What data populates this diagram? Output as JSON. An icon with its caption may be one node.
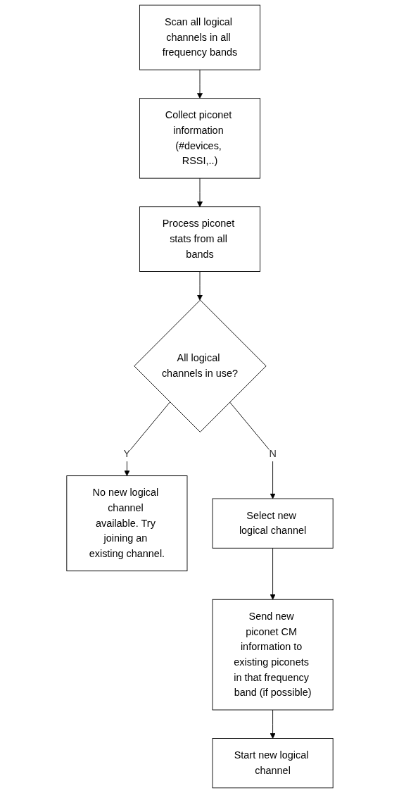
{
  "diagram": {
    "nodes": [
      {
        "text": [
          "Scan all logical channels in all frequency bands"
        ]
      },
      {
        "text": [
          "Collect piconet information (#devices, RSSI,..)"
        ]
      },
      {
        "text": [
          "Process piconet stats from all bands"
        ]
      },
      {
        "text": [
          "All logical channels in use?"
        ]
      },
      {
        "text": [
          "No new logical channel available. Try joining an existing channel."
        ]
      },
      {
        "text": [
          "Select new logical channel"
        ]
      },
      {
        "text": [
          "Send new piconet CM information to existing piconets in that frequency band (if possible)"
        ]
      },
      {
        "text": [
          "Start new logical channel"
        ]
      }
    ],
    "edges": [
      {
        "from": 0,
        "to": 1,
        "arrow": "to"
      },
      {
        "from": 1,
        "to": 2,
        "arrow": "to"
      },
      {
        "from": 2,
        "to": 3,
        "arrow": "to"
      },
      {
        "from": 3,
        "to": 4,
        "arrow": "to",
        "label": "Y"
      },
      {
        "from": 3,
        "to": 5,
        "arrow": "to",
        "label": "N"
      },
      {
        "from": 5,
        "to": 6,
        "arrow": "to"
      },
      {
        "from": 6,
        "to": 7,
        "arrow": "to"
      }
    ]
  }
}
